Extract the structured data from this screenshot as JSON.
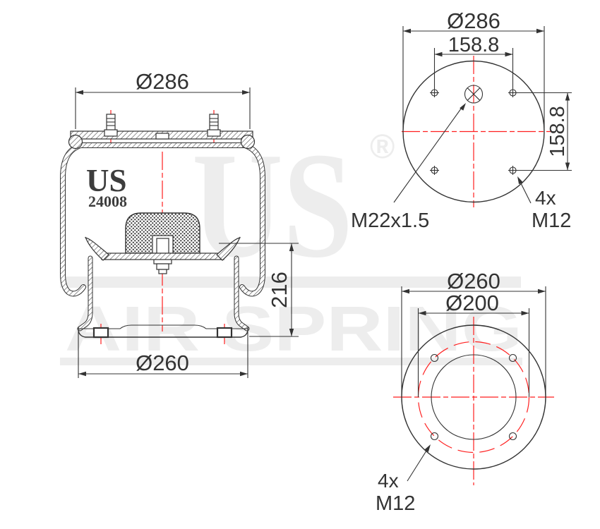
{
  "drawing": {
    "colors": {
      "line": "#333333",
      "centerline": "#ff1f1f",
      "watermark": "#ededed",
      "logo_text": "#3d3d3d"
    },
    "side_view": {
      "logo_text": "US",
      "part_number": "24008",
      "dim_top_plate_diameter": "Ø286",
      "dim_base_diameter": "Ø260",
      "dim_height": "216"
    },
    "top_view": {
      "dim_outer_diameter": "Ø286",
      "dim_stud_spacing_horizontal": "158.8",
      "dim_stud_spacing_vertical": "158.8",
      "label_center_port_thread": "M22x1.5",
      "label_stud_count": "4x",
      "label_stud_thread": "M12"
    },
    "bottom_view": {
      "dim_outer_diameter": "Ø260",
      "dim_bolt_circle_diameter": "Ø200",
      "label_bolt_count": "4x",
      "label_bolt_thread": "M12"
    },
    "watermark": {
      "brand": "US",
      "registered_symbol": "®",
      "tagline": "AIR SPRING"
    }
  }
}
